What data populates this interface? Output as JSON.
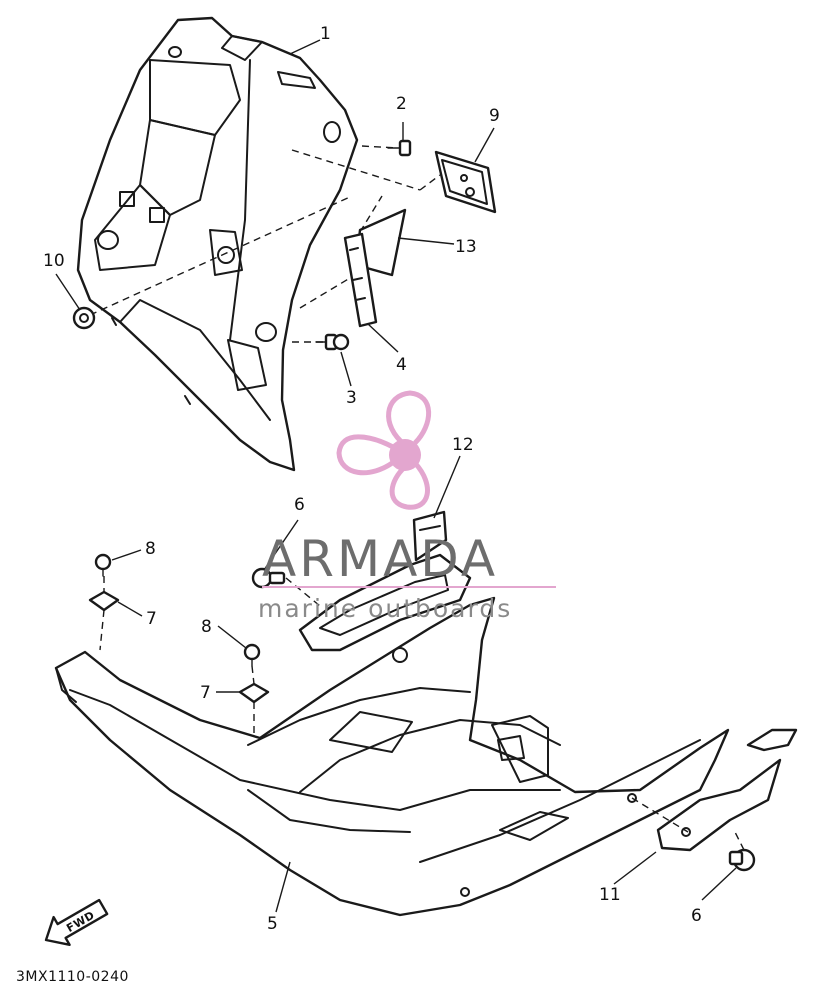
{
  "callouts": [
    {
      "id": "c1",
      "label": "1"
    },
    {
      "id": "c2",
      "label": "2"
    },
    {
      "id": "c9",
      "label": "9"
    },
    {
      "id": "c13",
      "label": "13"
    },
    {
      "id": "c10",
      "label": "10"
    },
    {
      "id": "c4",
      "label": "4"
    },
    {
      "id": "c3",
      "label": "3"
    },
    {
      "id": "c12",
      "label": "12"
    },
    {
      "id": "c6a",
      "label": "6"
    },
    {
      "id": "c8a",
      "label": "8"
    },
    {
      "id": "c7a",
      "label": "7"
    },
    {
      "id": "c8b",
      "label": "8"
    },
    {
      "id": "c7b",
      "label": "7"
    },
    {
      "id": "c11",
      "label": "11"
    },
    {
      "id": "c6b",
      "label": "6"
    },
    {
      "id": "c5",
      "label": "5"
    }
  ],
  "fwd_label": "FWD",
  "diagram_code": "3MX1110-0240",
  "watermark": {
    "name": "ARMADA",
    "tagline": "marine outboards",
    "accent_color": "#e3a6cf",
    "line_color": "#e3a6cf"
  }
}
